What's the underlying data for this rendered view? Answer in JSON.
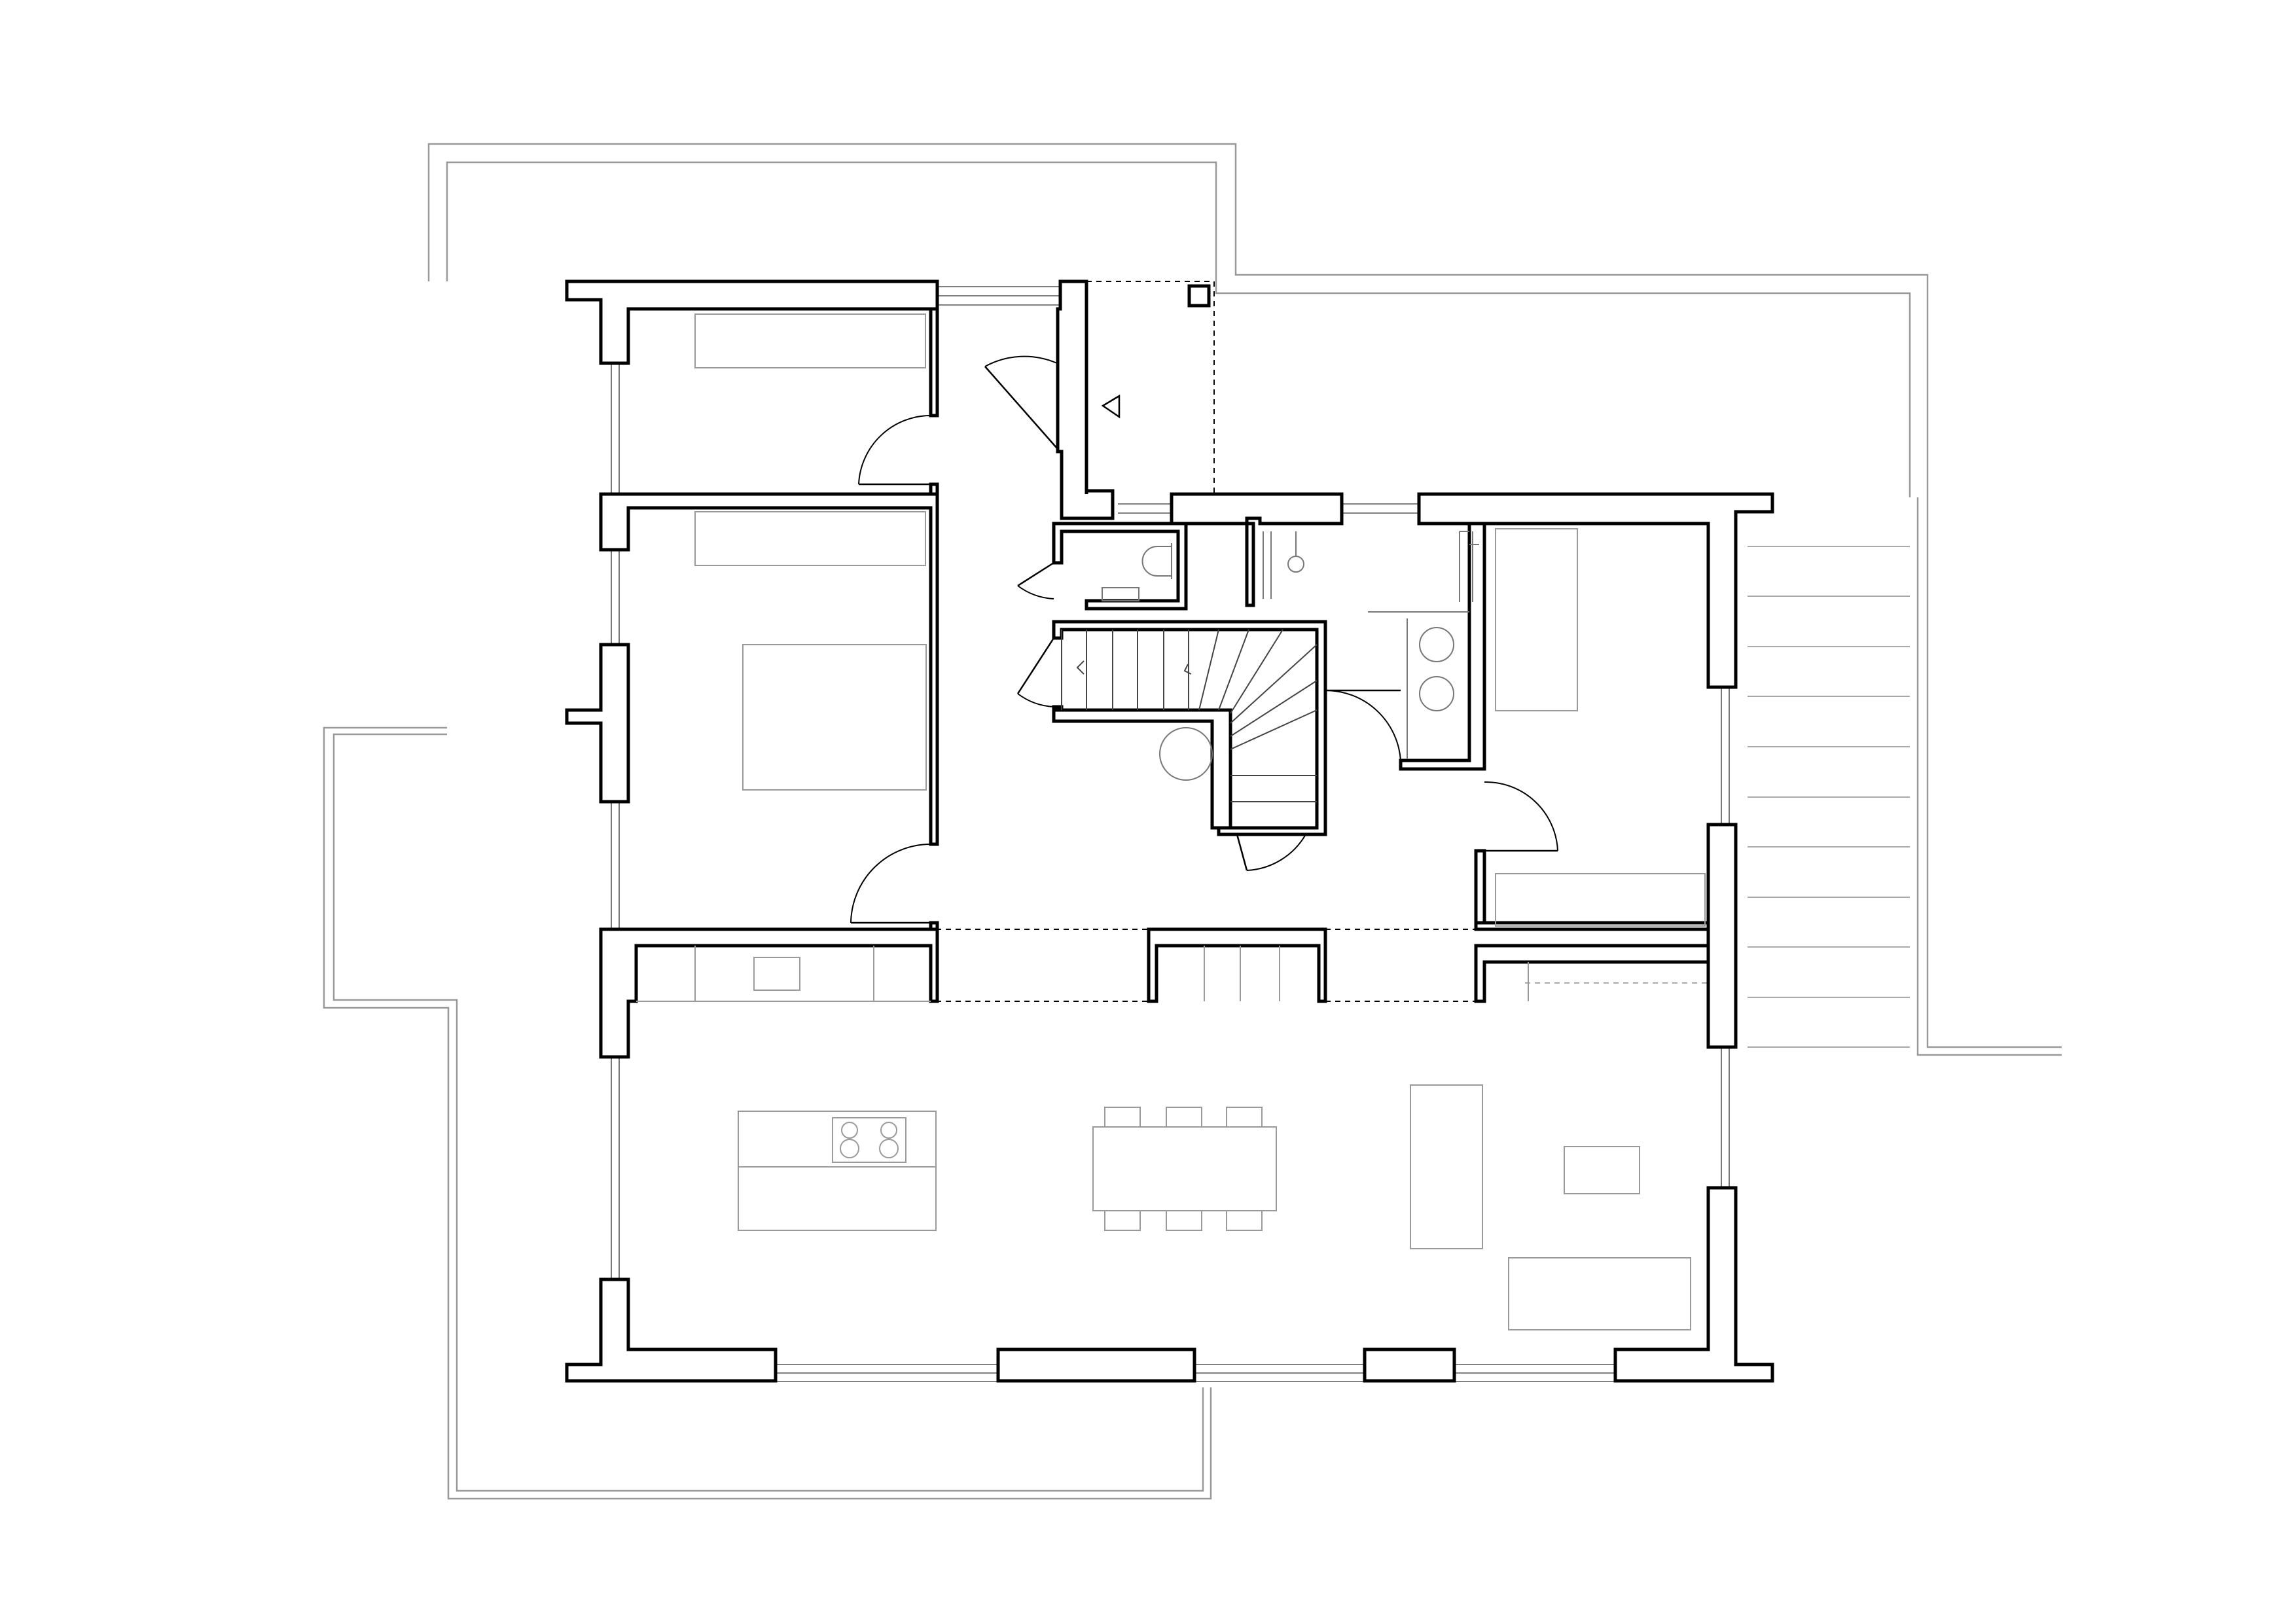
{
  "drawing": {
    "type": "architectural-floor-plan",
    "colors": {
      "background": "#ffffff",
      "walls": "#000000",
      "terrace_outline": "#999999",
      "furniture": "#9a9a9a"
    },
    "rooms": [
      "bedroom-small",
      "bedroom-large",
      "entrance-hall",
      "wc",
      "bathroom",
      "staircase",
      "bedroom-right",
      "kitchen-dining-living"
    ],
    "elements": {
      "entrance_marker": "triangle-icon",
      "stair_direction": "chevron-icon"
    }
  }
}
